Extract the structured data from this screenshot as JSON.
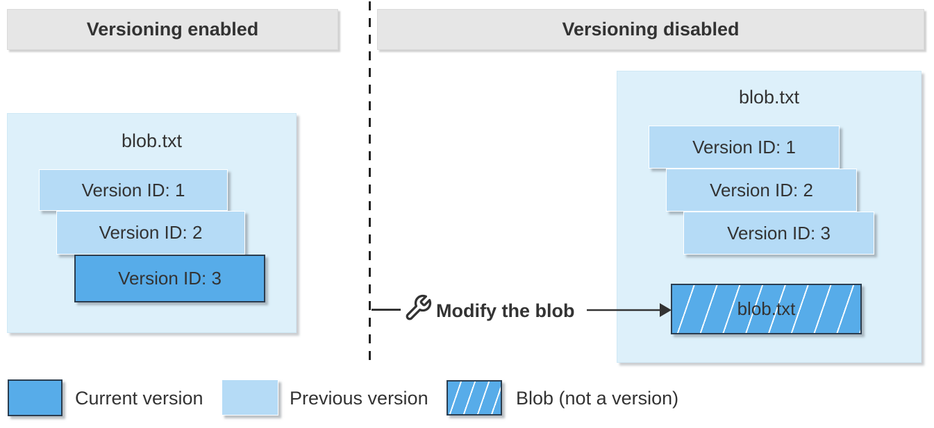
{
  "headers": {
    "left": "Versioning enabled",
    "right": "Versioning disabled"
  },
  "left_panel": {
    "title": "blob.txt",
    "versions": [
      {
        "label": "Version ID: 1",
        "state": "previous"
      },
      {
        "label": "Version ID: 2",
        "state": "previous"
      },
      {
        "label": "Version ID: 3",
        "state": "current"
      }
    ]
  },
  "right_panel": {
    "title": "blob.txt",
    "versions": [
      {
        "label": "Version ID: 1",
        "state": "previous"
      },
      {
        "label": "Version ID: 2",
        "state": "previous"
      },
      {
        "label": "Version ID: 3",
        "state": "previous"
      }
    ],
    "blob": {
      "label": "blob.txt",
      "state": "blob-not-a-version"
    }
  },
  "action": {
    "icon": "wrench-icon",
    "label": "Modify the blob"
  },
  "legend": [
    {
      "swatch": "current",
      "label": "Current version"
    },
    {
      "swatch": "previous",
      "label": "Previous version"
    },
    {
      "swatch": "blob-hatched",
      "label": "Blob (not a version)"
    }
  ],
  "colors": {
    "current_version_fill": "#57ACE9",
    "previous_version_fill": "#B5DBF6",
    "container_fill": "#DDF0FA",
    "header_fill": "#E6E6E6",
    "dark_border": "#2B3D4F",
    "hatch_line": "#FFFFFF",
    "text": "#333333",
    "line": "#333333"
  }
}
